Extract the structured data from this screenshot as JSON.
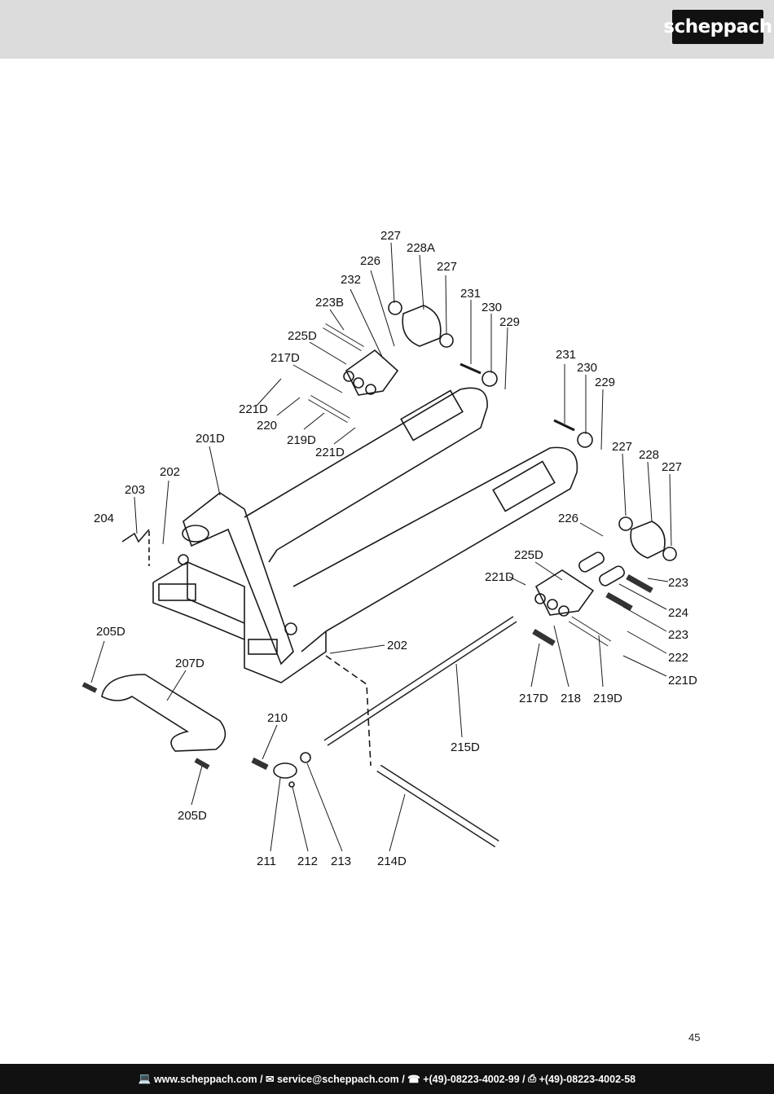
{
  "brand": {
    "logo_text": "scheppach"
  },
  "labels": {
    "l227a": "227",
    "l228A": "228A",
    "l226a": "226",
    "l227b": "227",
    "l232": "232",
    "l231a": "231",
    "l230a": "230",
    "l229a": "229",
    "l223B": "223B",
    "l225Da": "225D",
    "l217Da": "217D",
    "l221Da": "221D",
    "l220": "220",
    "l219Da": "219D",
    "l221Db": "221D",
    "l231b": "231",
    "l230b": "230",
    "l229b": "229",
    "l227c": "227",
    "l228": "228",
    "l227d": "227",
    "l201D": "201D",
    "l202a": "202",
    "l203": "203",
    "l204": "204",
    "l226b": "226",
    "l225Db": "225D",
    "l221Dc": "221D",
    "l223a": "223",
    "l224": "224",
    "l223b": "223",
    "l222": "222",
    "l221Dd": "221D",
    "l205Da": "205D",
    "l207D": "207D",
    "l202b": "202",
    "l217Db": "217D",
    "l218": "218",
    "l219Db": "219D",
    "l210": "210",
    "l215D": "215D",
    "l205Db": "205D",
    "l211": "211",
    "l212": "212",
    "l213": "213",
    "l214D": "214D"
  },
  "page_number": "45",
  "footer": {
    "website": "www.scheppach.com",
    "email": "service@scheppach.com",
    "phone": "+(49)-08223-4002-99",
    "fax": "+(49)-08223-4002-58"
  }
}
